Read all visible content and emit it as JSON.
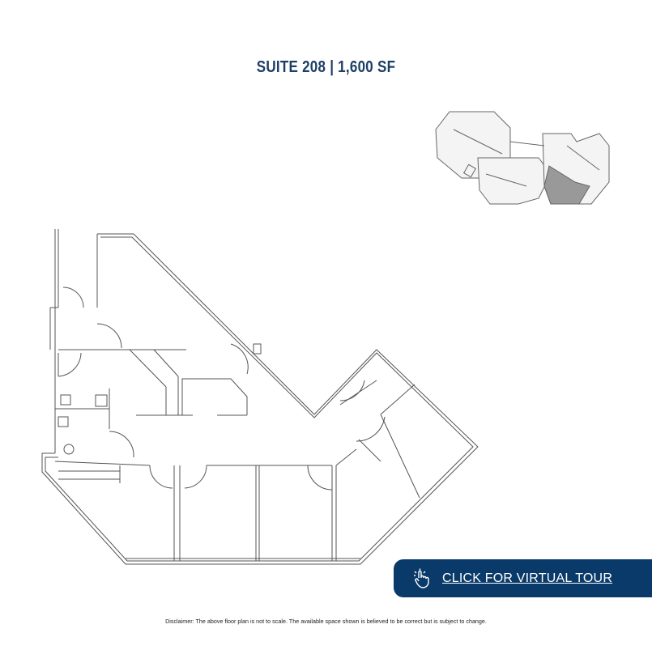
{
  "title": "SUITE 208 | 1,600 SF",
  "tour_button": {
    "label": "CLICK FOR VIRTUAL TOUR",
    "icon": "tap-hand-icon",
    "color": "#0a3a69"
  },
  "disclaimer": "Disclaimer: The above floor plan is not to scale. The available space shown is believed to be correct but is subject to change.",
  "title_color": "#1d3f66"
}
